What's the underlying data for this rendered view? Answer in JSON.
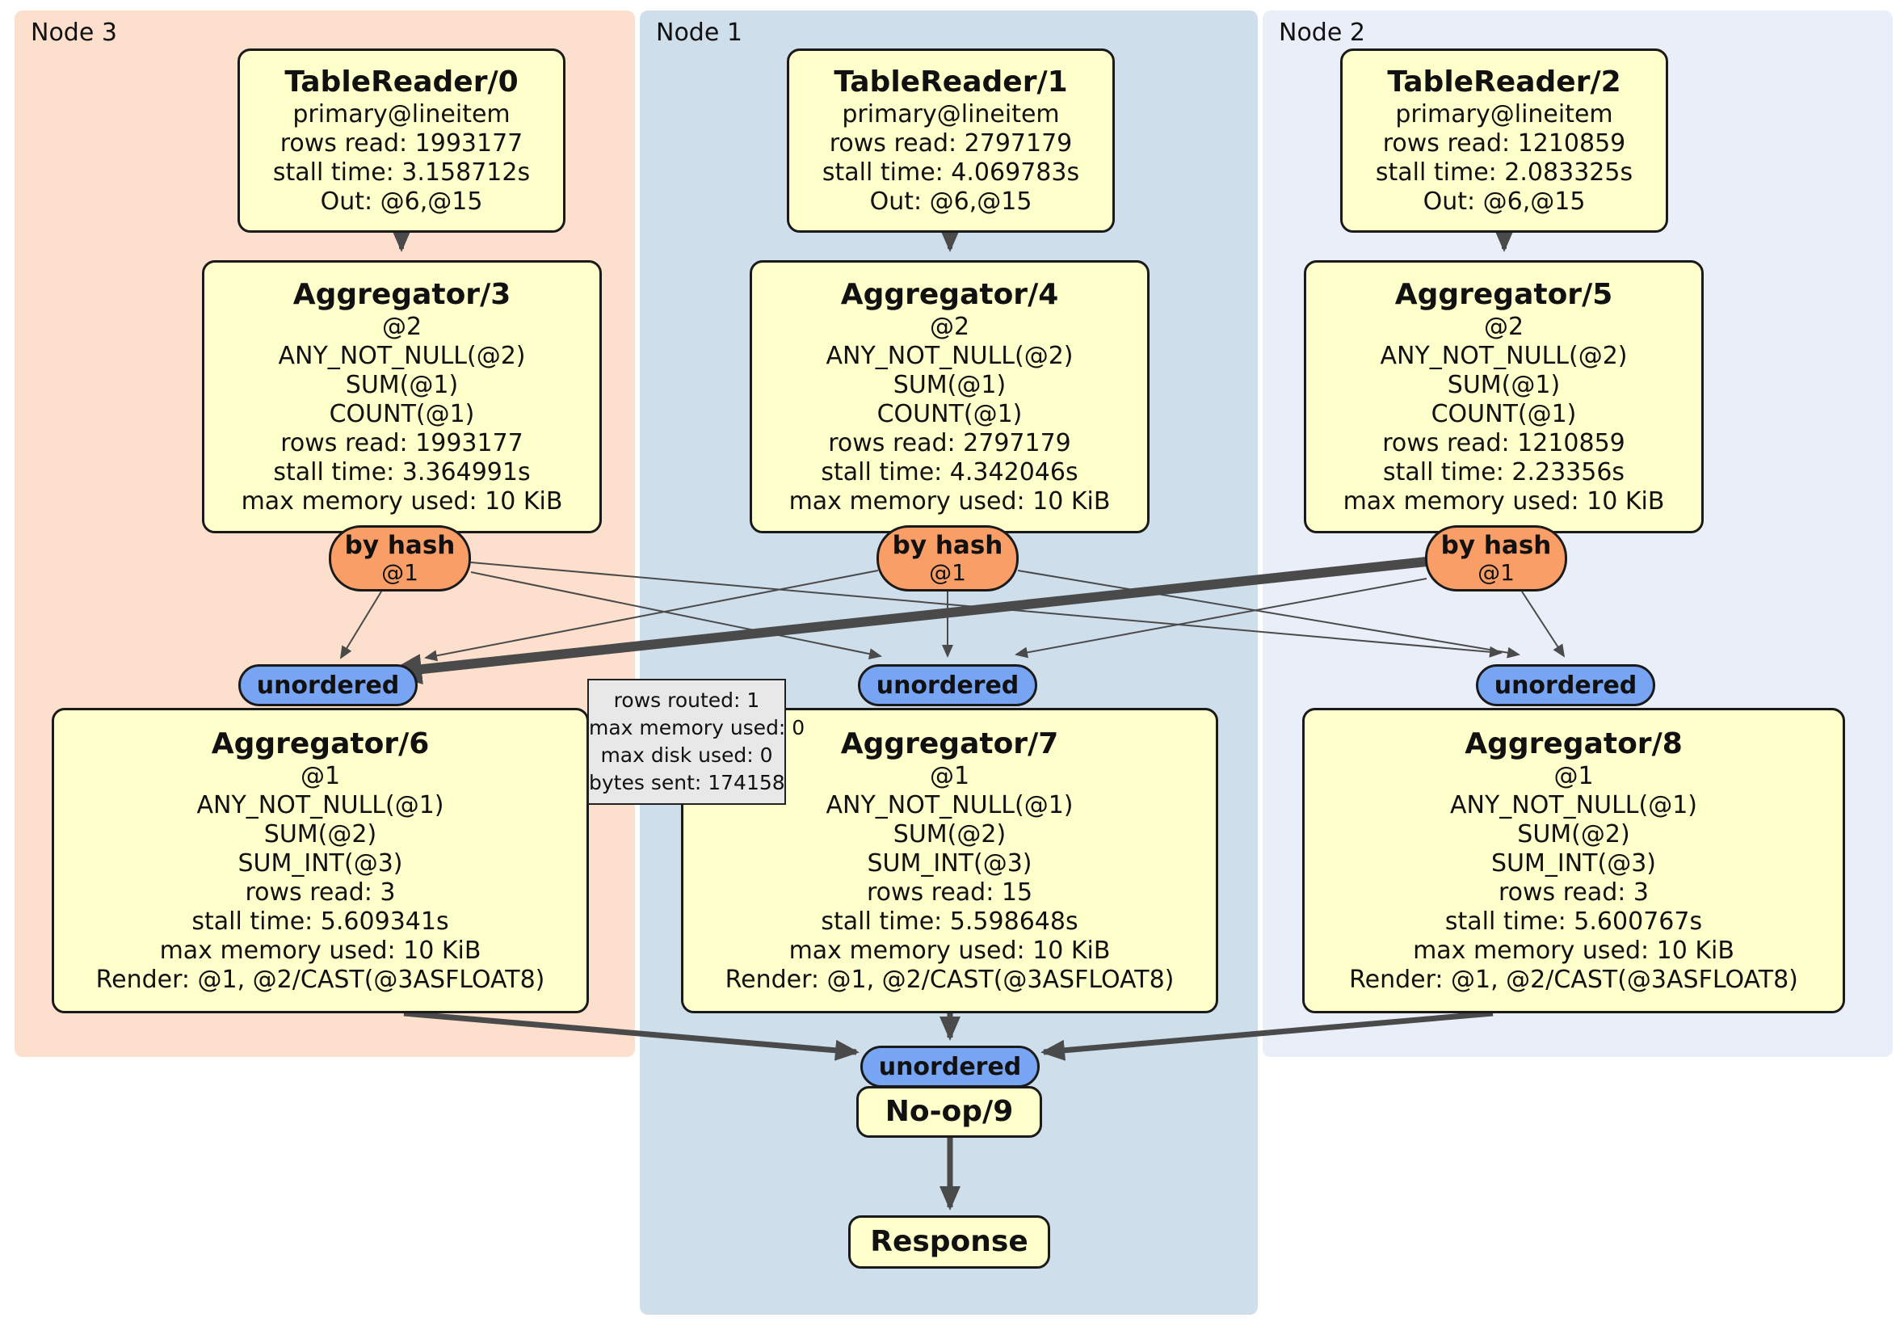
{
  "regions": [
    {
      "label": "Node 3"
    },
    {
      "label": "Node 1"
    },
    {
      "label": "Node 2"
    }
  ],
  "processors": {
    "tr0": {
      "title": "TableReader/0",
      "lines": [
        "primary@lineitem",
        "rows read: 1993177",
        "stall time: 3.158712s",
        "Out: @6,@15"
      ]
    },
    "tr1": {
      "title": "TableReader/1",
      "lines": [
        "primary@lineitem",
        "rows read: 2797179",
        "stall time: 4.069783s",
        "Out: @6,@15"
      ]
    },
    "tr2": {
      "title": "TableReader/2",
      "lines": [
        "primary@lineitem",
        "rows read: 1210859",
        "stall time: 2.083325s",
        "Out: @6,@15"
      ]
    },
    "agg3": {
      "title": "Aggregator/3",
      "lines": [
        "@2",
        "ANY_NOT_NULL(@2)",
        "SUM(@1)",
        "COUNT(@1)",
        "rows read: 1993177",
        "stall time: 3.364991s",
        "max memory used: 10 KiB"
      ]
    },
    "agg4": {
      "title": "Aggregator/4",
      "lines": [
        "@2",
        "ANY_NOT_NULL(@2)",
        "SUM(@1)",
        "COUNT(@1)",
        "rows read: 2797179",
        "stall time: 4.342046s",
        "max memory used: 10 KiB"
      ]
    },
    "agg5": {
      "title": "Aggregator/5",
      "lines": [
        "@2",
        "ANY_NOT_NULL(@2)",
        "SUM(@1)",
        "COUNT(@1)",
        "rows read: 1210859",
        "stall time: 2.23356s",
        "max memory used: 10 KiB"
      ]
    },
    "agg6": {
      "title": "Aggregator/6",
      "lines": [
        "@1",
        "ANY_NOT_NULL(@1)",
        "SUM(@2)",
        "SUM_INT(@3)",
        "rows read: 3",
        "stall time: 5.609341s",
        "max memory used: 10 KiB",
        "Render: @1, @2/CAST(@3ASFLOAT8)"
      ]
    },
    "agg7": {
      "title": "Aggregator/7",
      "lines": [
        "@1",
        "ANY_NOT_NULL(@1)",
        "SUM(@2)",
        "SUM_INT(@3)",
        "rows read: 15",
        "stall time: 5.598648s",
        "max memory used: 10 KiB",
        "Render: @1, @2/CAST(@3ASFLOAT8)"
      ]
    },
    "agg8": {
      "title": "Aggregator/8",
      "lines": [
        "@1",
        "ANY_NOT_NULL(@1)",
        "SUM(@2)",
        "SUM_INT(@3)",
        "rows read: 3",
        "stall time: 5.600767s",
        "max memory used: 10 KiB",
        "Render: @1, @2/CAST(@3ASFLOAT8)"
      ]
    },
    "noop": {
      "title": "No-op/9"
    },
    "response": {
      "title": "Response"
    }
  },
  "routers": [
    {
      "label": "by hash",
      "detail": "@1"
    },
    {
      "label": "by hash",
      "detail": "@1"
    },
    {
      "label": "by hash",
      "detail": "@1"
    }
  ],
  "streams": [
    {
      "label": "unordered"
    },
    {
      "label": "unordered"
    },
    {
      "label": "unordered"
    },
    {
      "label": "unordered"
    }
  ],
  "tooltip": {
    "lines": [
      "rows routed: 1",
      "max memory used: 0",
      "max disk used: 0",
      "bytes sent: 174158"
    ]
  },
  "colors": {
    "region_node3": "#fcdfcc",
    "region_node1": "#cfdeeb",
    "region_node2": "#e9eef8",
    "processor_fill": "#ffffcc",
    "router_fill": "#f89e66",
    "stream_fill": "#77a5f3",
    "edge": "#4a4a4a",
    "tooltip_fill": "#e8e8e8",
    "border": "#1a1a1a"
  }
}
